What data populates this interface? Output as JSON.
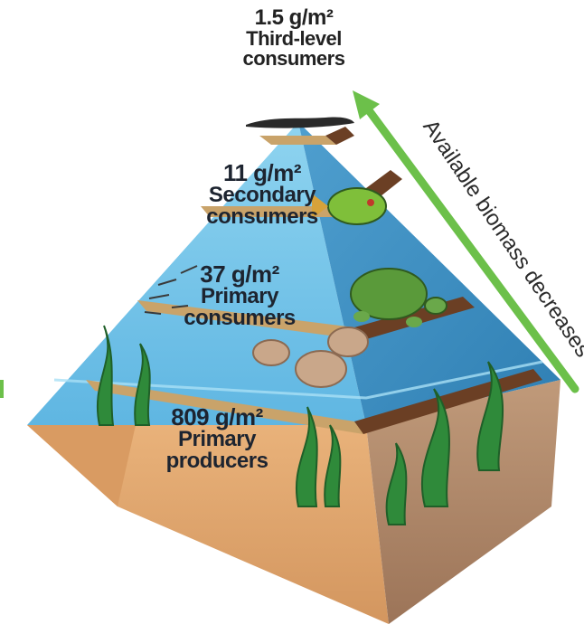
{
  "levels": [
    {
      "biomass": "1.5 g/m²",
      "name_line1": "Third-level",
      "name_line2": "consumers",
      "organism_icon": "eel-icon"
    },
    {
      "biomass": "11 g/m²",
      "name_line1": "Secondary",
      "name_line2": "consumers",
      "organism_icon": "fish-icon"
    },
    {
      "biomass": "37 g/m²",
      "name_line1": "Primary",
      "name_line2": "consumers",
      "organism_icon": "turtle-icon"
    },
    {
      "biomass": "809 g/m²",
      "name_line1": "Primary",
      "name_line2": "producers",
      "organism_icon": "seaweed-icon"
    }
  ],
  "arrow": {
    "label": "Available biomass decreases",
    "color": "#6cc04a"
  },
  "colors": {
    "water_light": "#7cc9ea",
    "water_dark": "#3f9ccf",
    "sand_light": "#e0a872",
    "sand_dark": "#b88a67",
    "band_tan": "#c9a36a",
    "band_brown": "#6b3f24"
  }
}
